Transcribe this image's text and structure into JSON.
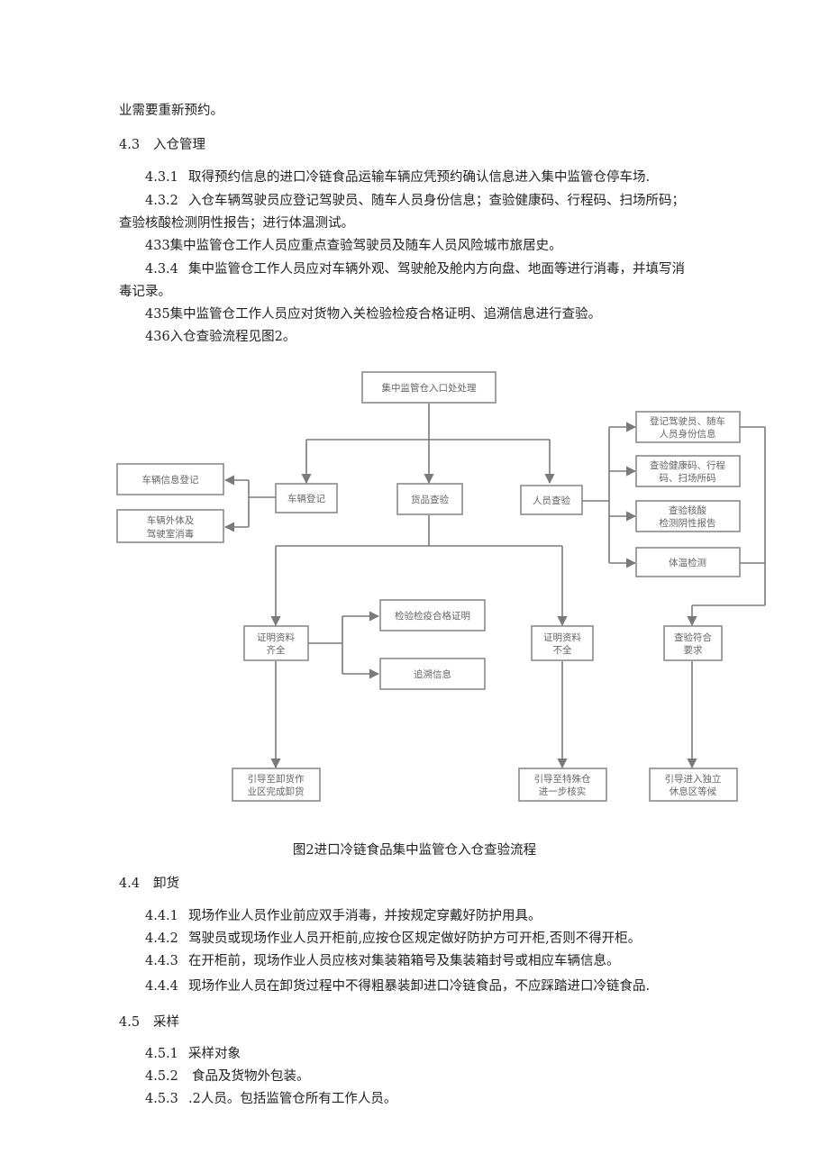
{
  "paragraphs": {
    "p0": "业需要重新预约。",
    "h43_num": "4.3",
    "h43_text": "入仓管理",
    "p431_num": "4.3.1",
    "p431_text": "取得预约信息的进口冷链食品运输车辆应凭预约确认信息进入集中监管仓停车场.",
    "p432_num": "4.3.2",
    "p432_text": "入仓车辆驾驶员应登记驾驶员、随车人员身份信息；查验健康码、行程码、扫场所码；",
    "p432_cont": "查验核酸检测阴性报告；进行体温测试。",
    "p433": "433集中监管仓工作人员应重点查验驾驶员及随车人员风险城市旅居史。",
    "p434_num": "4.3.4",
    "p434_text": "集中监管仓工作人员应对车辆外观、驾驶舱及舱内方向盘、地面等进行消毒，并填写消",
    "p434_cont": "毒记录。",
    "p435": "435集中监管仓工作人员应对货物入关检验检疫合格证明、追溯信息进行查验。",
    "p436": "436入仓查验流程见图2。"
  },
  "flowchart": {
    "entry": "集中监管仓入口处处理",
    "vehicle_reg": "车辆登记",
    "goods_check": "货品查验",
    "person_check": "人员查验",
    "vehicle_info": "车辆信息登记",
    "vehicle_disinfect_1": "车辆外体及",
    "vehicle_disinfect_2": "驾驶室消毒",
    "reg_driver_1": "登记驾驶员、随车",
    "reg_driver_2": "人员身份信息",
    "check_codes_1": "查验健康码、行程",
    "check_codes_2": "码、扫场所码",
    "check_nucleic_1": "查验核酸",
    "check_nucleic_2": "检测阴性报告",
    "temp_check": "体温检测",
    "docs_complete_1": "证明资料",
    "docs_complete_2": "齐全",
    "quarantine_cert": "检验检疫合格证明",
    "trace_info": "追溯信息",
    "docs_incomplete_1": "证明资料",
    "docs_incomplete_2": "不全",
    "check_ok_1": "查验符合",
    "check_ok_2": "要求",
    "guide_unload_1": "引导至卸货作",
    "guide_unload_2": "业区完成卸货",
    "guide_special_1": "引导至特殊仓",
    "guide_special_2": "进一步核实",
    "guide_rest_1": "引导进入独立",
    "guide_rest_2": "休息区等候"
  },
  "caption": "图2进口冷链食品集中监管仓入仓查验流程",
  "section44": {
    "h44_num": "4.4",
    "h44_text": "卸货",
    "p441_num": "4.4.1",
    "p441_text": "现场作业人员作业前应双手消毒，并按规定穿戴好防护用具。",
    "p442_num": "4.4.2",
    "p442_text": "驾驶员或现场作业人员开柜前,应按仓区规定做好防护方可开柜,否则不得开柜。",
    "p443_num": "4.4.3",
    "p443_text": "在开柜前，现场作业人员应核对集装箱箱号及集装箱封号或相应车辆信息。",
    "p444_num": "4.4.4",
    "p444_text": "现场作业人员在卸货过程中不得粗暴装卸进口冷链食品，不应踩踏进口冷链食品."
  },
  "section45": {
    "h45_num": "4.5",
    "h45_text": "采样",
    "p451_num": "4.5.1",
    "p451_text": "采样对象",
    "p452_num": "4.5.2",
    "p452_text": "食品及货物外包装。",
    "p453_num": "4.5.3",
    "p453_text": ".2人员。包括监管仓所有工作人员。"
  }
}
